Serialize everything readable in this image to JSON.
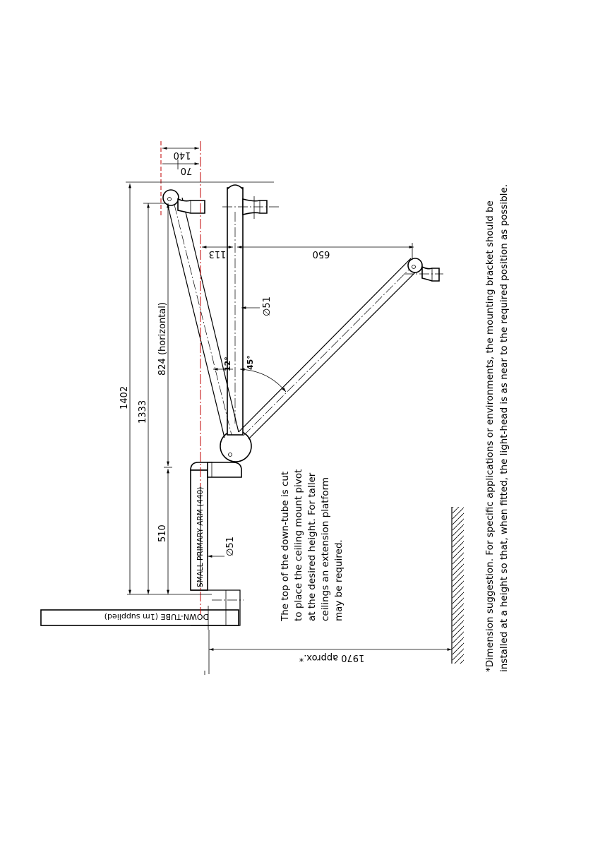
{
  "dimensions": {
    "d1402": "1402",
    "d1333": "1333",
    "d824": "824 (horizontal)",
    "d510": "510",
    "d140": "140",
    "d70": "70",
    "d113": "113",
    "d650": "650",
    "d1970": "1970 approx.*",
    "dia_upper": "∅51",
    "dia_lower": "∅51",
    "angle_12": "12°",
    "angle_45": "45°"
  },
  "labels": {
    "down_tube": "DOWN-TUBE (1m supplied)",
    "primary_arm": "SMALL PRIMARY ARM (440)"
  },
  "note_lines": [
    "The top of the down-tube is cut",
    "to place the ceiling mount pivot",
    "at the desired height. For taller",
    "ceilings an extension platform",
    "may be required."
  ],
  "footnote_lines": [
    "*Dimension suggestion. For specific applications or environments, the mounting bracket should be",
    "installed at a height so that, when fitted, the light-head is as near to the required position as possible."
  ]
}
